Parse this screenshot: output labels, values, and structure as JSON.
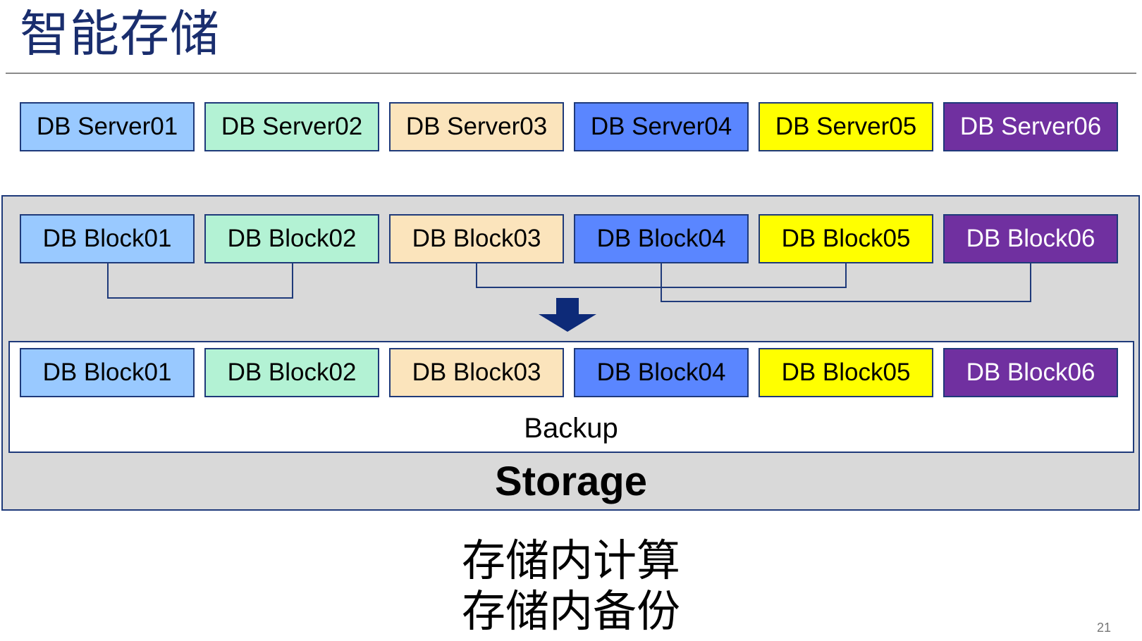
{
  "slide": {
    "title": "智能存储",
    "page_number": "21"
  },
  "servers": [
    {
      "label": "DB Server01",
      "bg": "#99c9ff",
      "fg": "#000000"
    },
    {
      "label": "DB Server02",
      "bg": "#b3f2d4",
      "fg": "#000000"
    },
    {
      "label": "DB Server03",
      "bg": "#fbe4bc",
      "fg": "#000000"
    },
    {
      "label": "DB Server04",
      "bg": "#5a86ff",
      "fg": "#000000"
    },
    {
      "label": "DB Server05",
      "bg": "#ffff00",
      "fg": "#000000"
    },
    {
      "label": "DB Server06",
      "bg": "#7030a0",
      "fg": "#ffffff"
    }
  ],
  "blocks": [
    {
      "label": "DB Block01",
      "bg": "#99c9ff",
      "fg": "#000000"
    },
    {
      "label": "DB Block02",
      "bg": "#b3f2d4",
      "fg": "#000000"
    },
    {
      "label": "DB Block03",
      "bg": "#fbe4bc",
      "fg": "#000000"
    },
    {
      "label": "DB Block04",
      "bg": "#5a86ff",
      "fg": "#000000"
    },
    {
      "label": "DB Block05",
      "bg": "#ffff00",
      "fg": "#000000"
    },
    {
      "label": "DB Block06",
      "bg": "#7030a0",
      "fg": "#ffffff"
    }
  ],
  "backup_blocks": [
    {
      "label": "DB Block01",
      "bg": "#99c9ff",
      "fg": "#000000"
    },
    {
      "label": "DB Block02",
      "bg": "#b3f2d4",
      "fg": "#000000"
    },
    {
      "label": "DB Block03",
      "bg": "#fbe4bc",
      "fg": "#000000"
    },
    {
      "label": "DB Block04",
      "bg": "#5a86ff",
      "fg": "#000000"
    },
    {
      "label": "DB Block05",
      "bg": "#ffff00",
      "fg": "#000000"
    },
    {
      "label": "DB Block06",
      "bg": "#7030a0",
      "fg": "#ffffff"
    }
  ],
  "storage": {
    "label": "Storage",
    "backup_label": "Backup"
  },
  "connections": [
    [
      1,
      2
    ],
    [
      3,
      5
    ],
    [
      4,
      6
    ]
  ],
  "caption": {
    "line1": "存储内计算",
    "line2": "存储内备份"
  },
  "colors": {
    "frame": "#1f3a7a",
    "arrow": "#0d2a78",
    "storage_bg": "#d9d9d9"
  }
}
